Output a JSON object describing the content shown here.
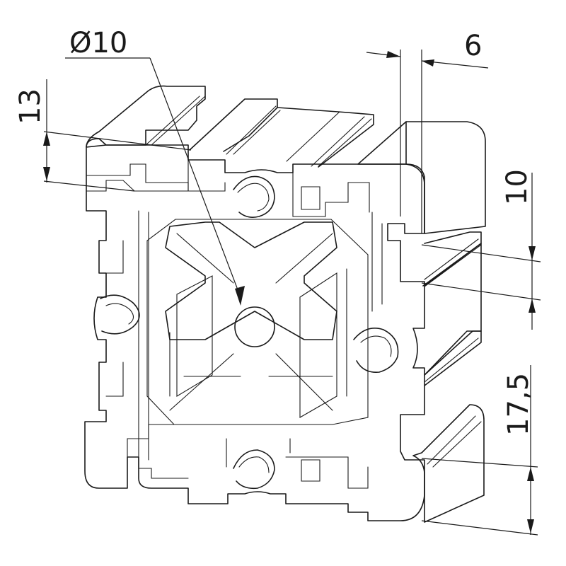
{
  "drawing": {
    "diameter_label": "Ø10",
    "dim_top_width": "6",
    "dim_left_height": "13",
    "dim_right_upper": "10",
    "dim_right_lower": "17,5"
  }
}
